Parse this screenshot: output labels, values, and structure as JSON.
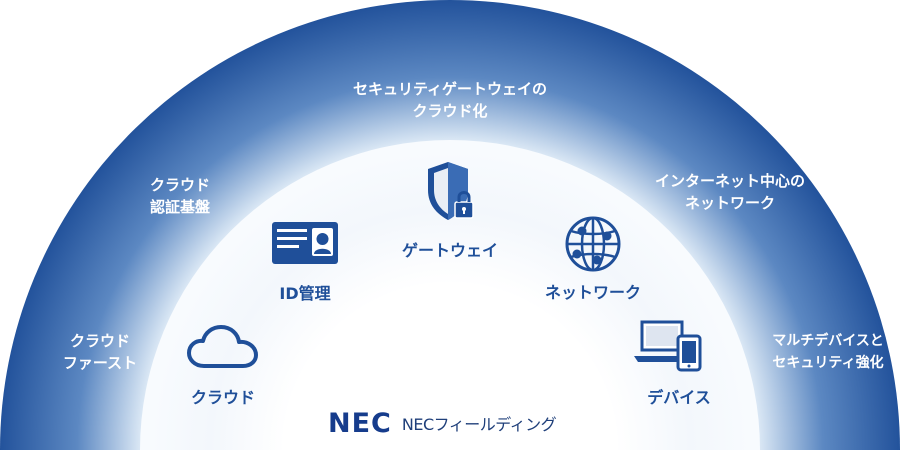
{
  "colors": {
    "outer_ring_dark": "#1f4f99",
    "outer_ring_light": "#dbe8f5",
    "inner_ring_mid": "#f3f7fc",
    "inner_label": "#1f4f99",
    "logo": "#163c8c"
  },
  "outer_labels": {
    "gateway_cloud": {
      "line1": "セキュリティゲートウェイの",
      "line2": "クラウド化"
    },
    "auth": {
      "line1": "クラウド",
      "line2": "認証基盤"
    },
    "internet": {
      "line1": "インターネット中心の",
      "line2": "ネットワーク"
    },
    "cloud_first": {
      "line1": "クラウド",
      "line2": "ファースト"
    },
    "multi_device": {
      "line1": "マルチデバイスと",
      "line2": "セキュリティ強化"
    }
  },
  "inner_items": {
    "gateway": {
      "label": "ゲートウェイ",
      "icon": "shield-lock-icon"
    },
    "id": {
      "label": "ID管理",
      "icon": "id-card-icon"
    },
    "network": {
      "label": "ネットワーク",
      "icon": "globe-network-icon"
    },
    "cloud": {
      "label": "クラウド",
      "icon": "cloud-icon"
    },
    "device": {
      "label": "デバイス",
      "icon": "devices-icon"
    }
  },
  "logo": {
    "mark": "NEC",
    "name": "NECフィールディング"
  }
}
